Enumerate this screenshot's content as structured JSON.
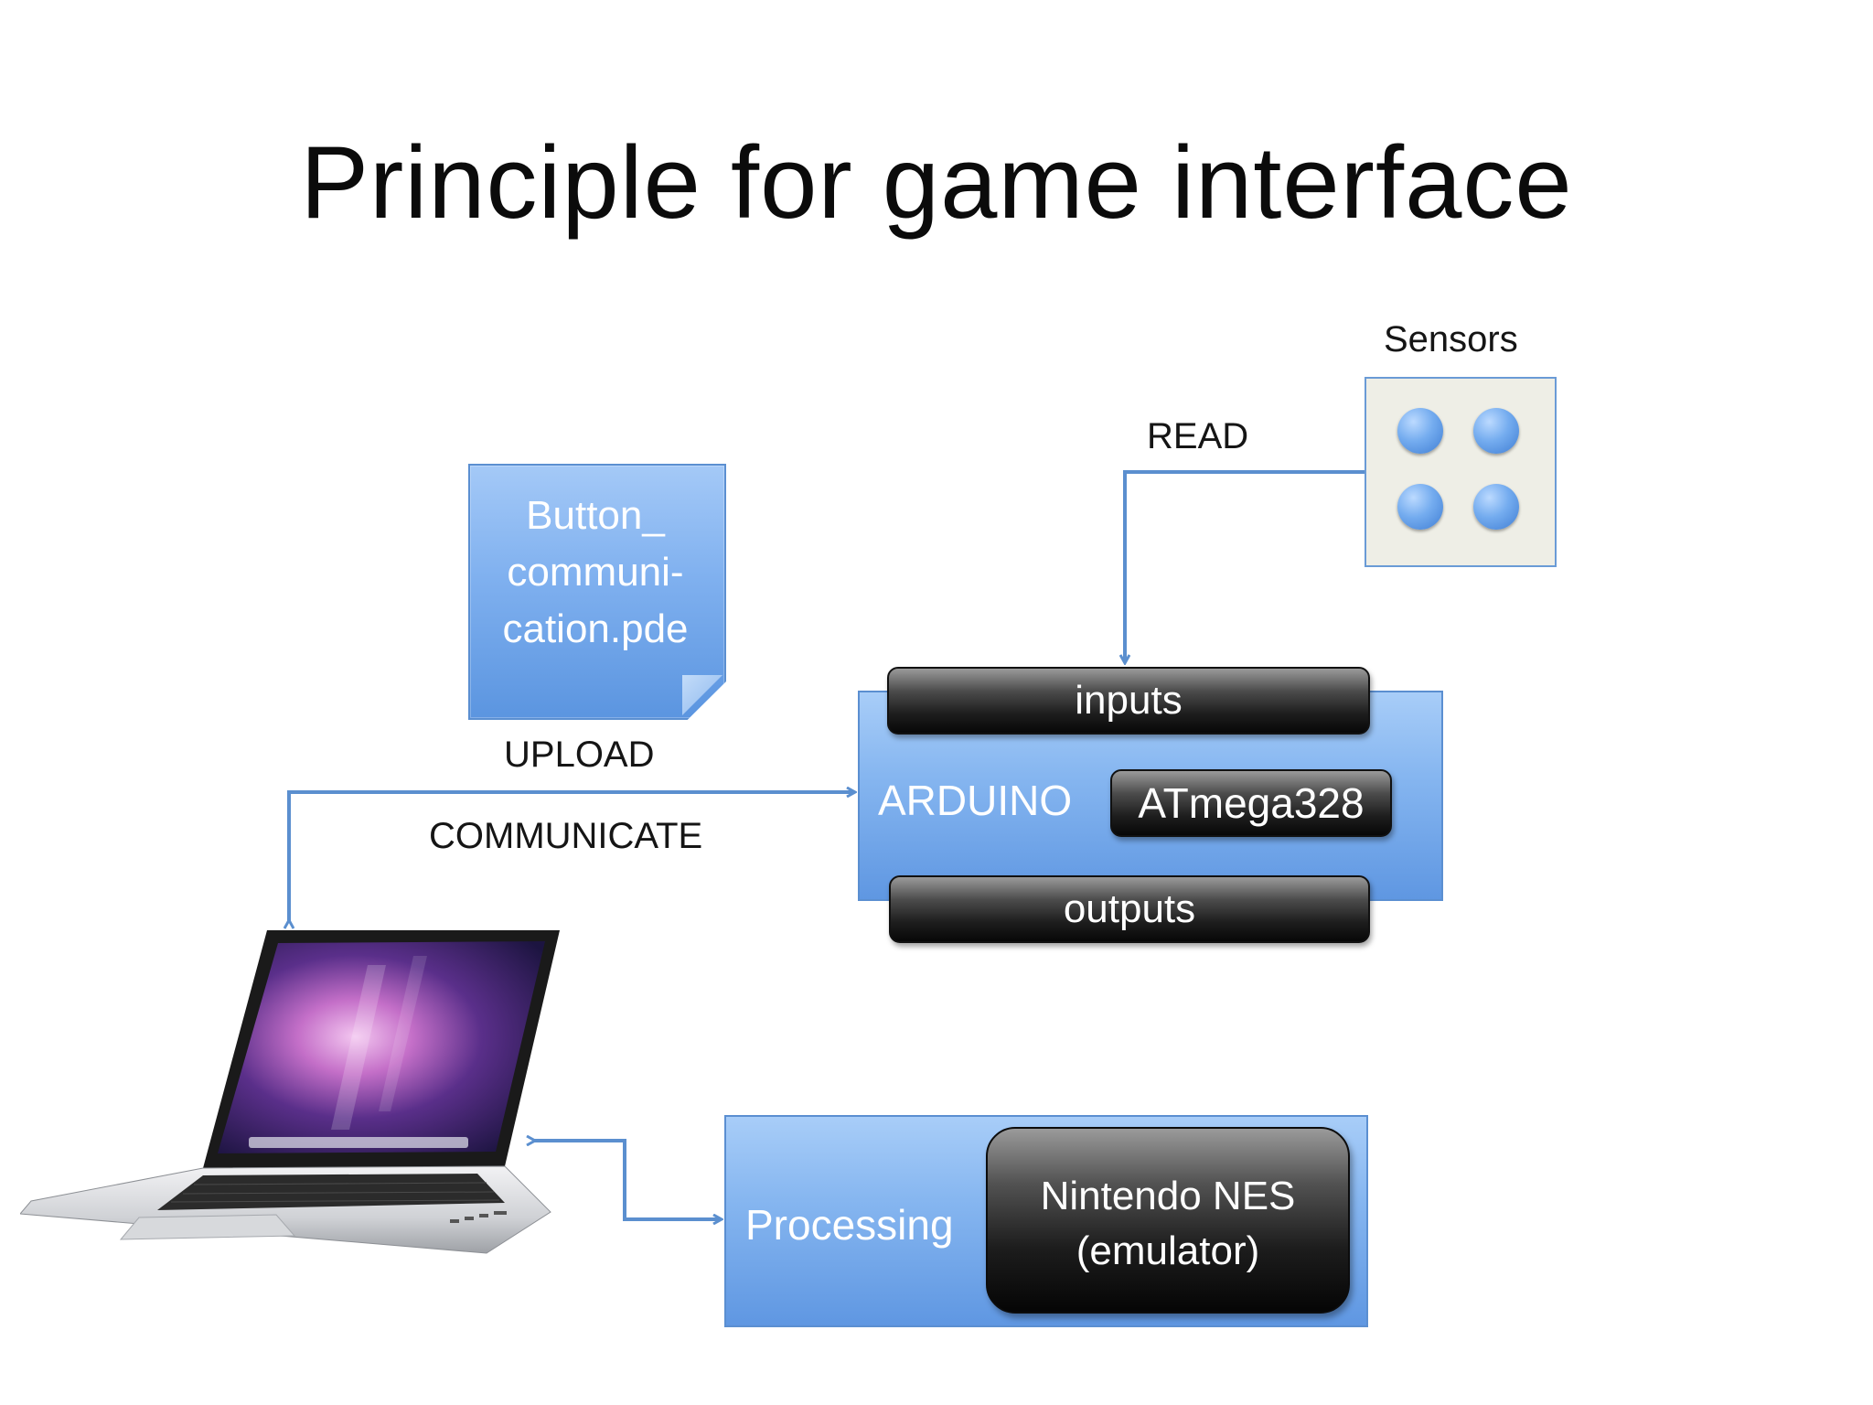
{
  "title": "Principle for game interface",
  "labels": {
    "sensors": "Sensors",
    "read": "READ",
    "upload": "UPLOAD",
    "communicate": "COMMUNICATE"
  },
  "file": {
    "name": "Button_\ncommuni-\ncation.pde"
  },
  "arduino": {
    "label": "ARDUINO",
    "inputs": "inputs",
    "chip": "ATmega328",
    "outputs": "outputs"
  },
  "processing": {
    "label": "Processing",
    "emulator_line1": "Nintendo NES",
    "emulator_line2": "(emulator)"
  },
  "laptop": {
    "dock_label": ""
  },
  "colors": {
    "connector": "#5b8fcf",
    "box_blue": "#86b6f0",
    "dark_bar": "#1e1e1e",
    "sensor_panel": "#eeeee6"
  }
}
